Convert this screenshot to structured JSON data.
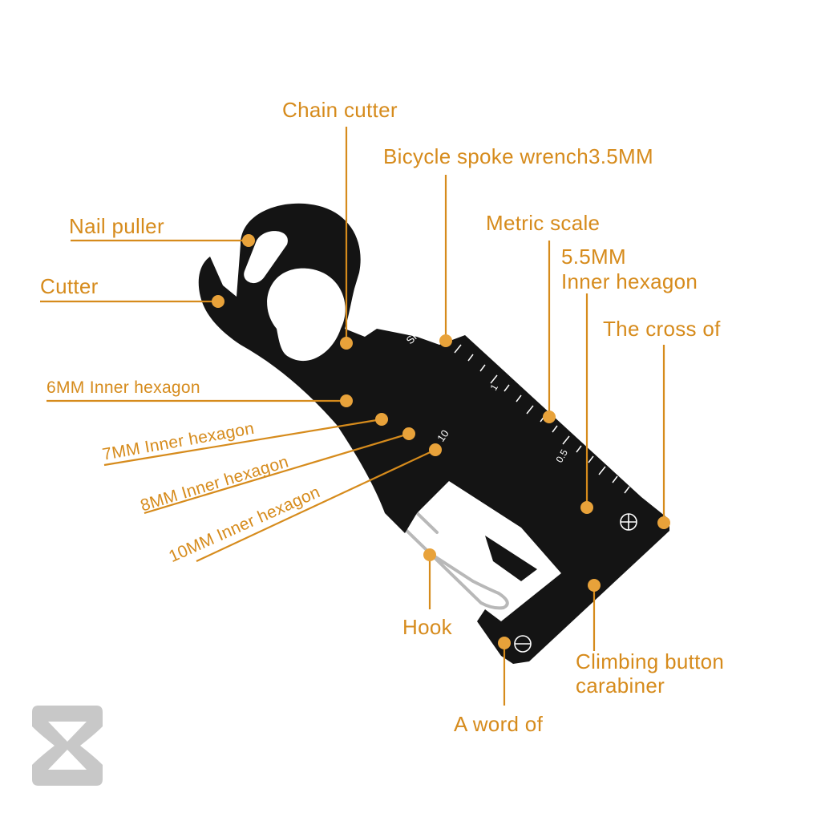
{
  "labels": {
    "chain_cutter": "Chain cutter",
    "spoke_wrench": "Bicycle spoke wrench3.5MM",
    "nail_puller": "Nail puller",
    "metric_scale": "Metric scale",
    "hex_5_5_line1": "5.5MM",
    "hex_5_5_line2": "Inner hexagon",
    "cutter": "Cutter",
    "cross": "The cross of",
    "hex_6": "6MM Inner hexagon",
    "hex_7": "7MM Inner hexagon",
    "hex_8": "8MM Inner hexagon",
    "hex_10": "10MM Inner hexagon",
    "hook": "Hook",
    "climbing_line1": "Climbing button",
    "climbing_line2": "carabiner",
    "word": "A word of"
  },
  "tool_markings": {
    "spoke": "SPOKE",
    "hex_number": "10",
    "scale_1": "1",
    "scale_05": "0.5"
  },
  "colors": {
    "accent": "#d68b1c",
    "dot": "#e8a23a",
    "tool": "#141414",
    "logo": "#c8c8c8"
  },
  "logo_icon": "bowtie-logo-icon"
}
